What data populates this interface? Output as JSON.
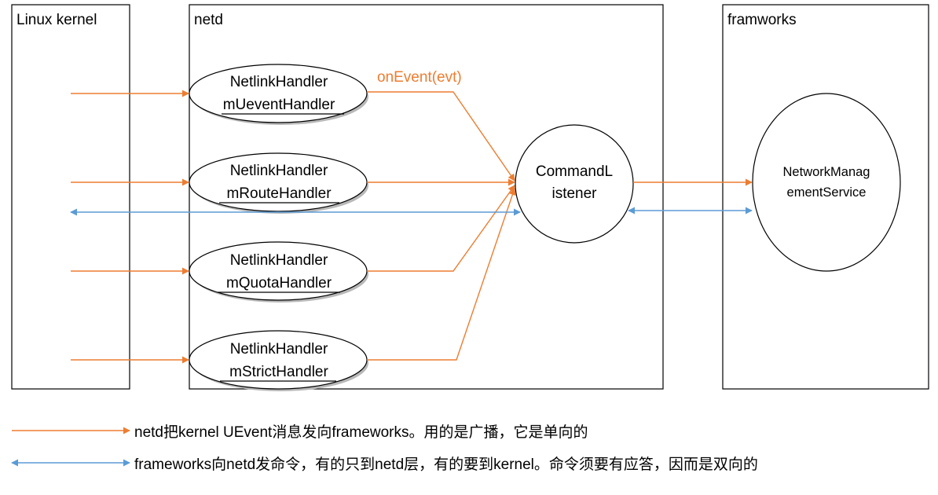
{
  "panels": {
    "kernel": "Linux kernel",
    "netd": "netd",
    "frameworks": "framworks"
  },
  "handlers": [
    {
      "class_name": "NetlinkHandler",
      "instance": "mUeventHandler"
    },
    {
      "class_name": "NetlinkHandler",
      "instance": "mRouteHandler"
    },
    {
      "class_name": "NetlinkHandler",
      "instance": "mQuotaHandler"
    },
    {
      "class_name": "NetlinkHandler",
      "instance": "mStrictHandler"
    }
  ],
  "command_listener": {
    "line1": "CommandL",
    "line2": "istener"
  },
  "network_management": {
    "line1": "NetworkManag",
    "line2": "ementService"
  },
  "event_label": "onEvent(evt)",
  "legend": {
    "orange": "netd把kernel UEvent消息发向frameworks。用的是广播，它是单向的",
    "blue": "frameworks向netd发命令，有的只到netd层，有的要到kernel。命令须要有应答，因而是双向的"
  },
  "colors": {
    "orange": "#ED7D31",
    "blue": "#5B9BD5"
  }
}
